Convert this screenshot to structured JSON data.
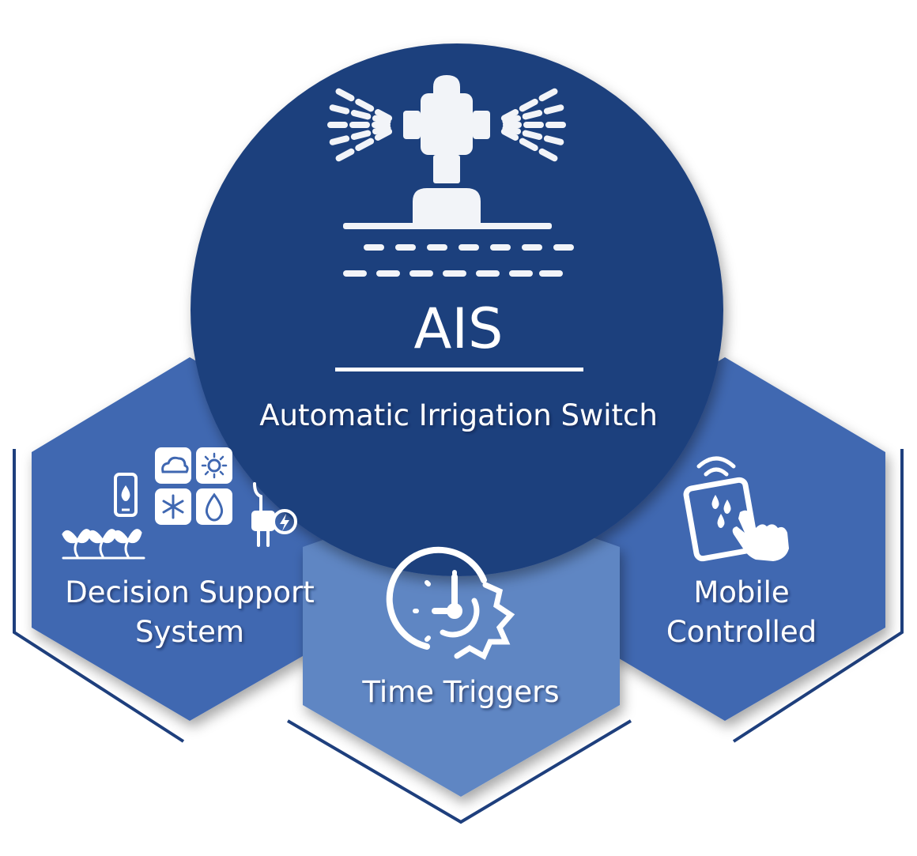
{
  "center": {
    "title": "AIS",
    "subtitle": "Automatic Irrigation Switch",
    "icon": "sprinkler-icon"
  },
  "features": [
    {
      "id": "decision",
      "lines": [
        "Decision Support",
        "System"
      ],
      "icon": "decision-support-icon"
    },
    {
      "id": "time",
      "lines": [
        "Time Triggers"
      ],
      "icon": "clock-gear-icon"
    },
    {
      "id": "mobile",
      "lines": [
        "Mobile",
        "Controlled"
      ],
      "icon": "mobile-tablet-icon"
    }
  ],
  "colors": {
    "circle": "#1e3f7d",
    "hex_left": "#3f67b1",
    "hex_middle": "#5f86c3",
    "hex_right": "#3f67b1",
    "outline": "#1e3f7d",
    "foreground": "#ffffff"
  }
}
